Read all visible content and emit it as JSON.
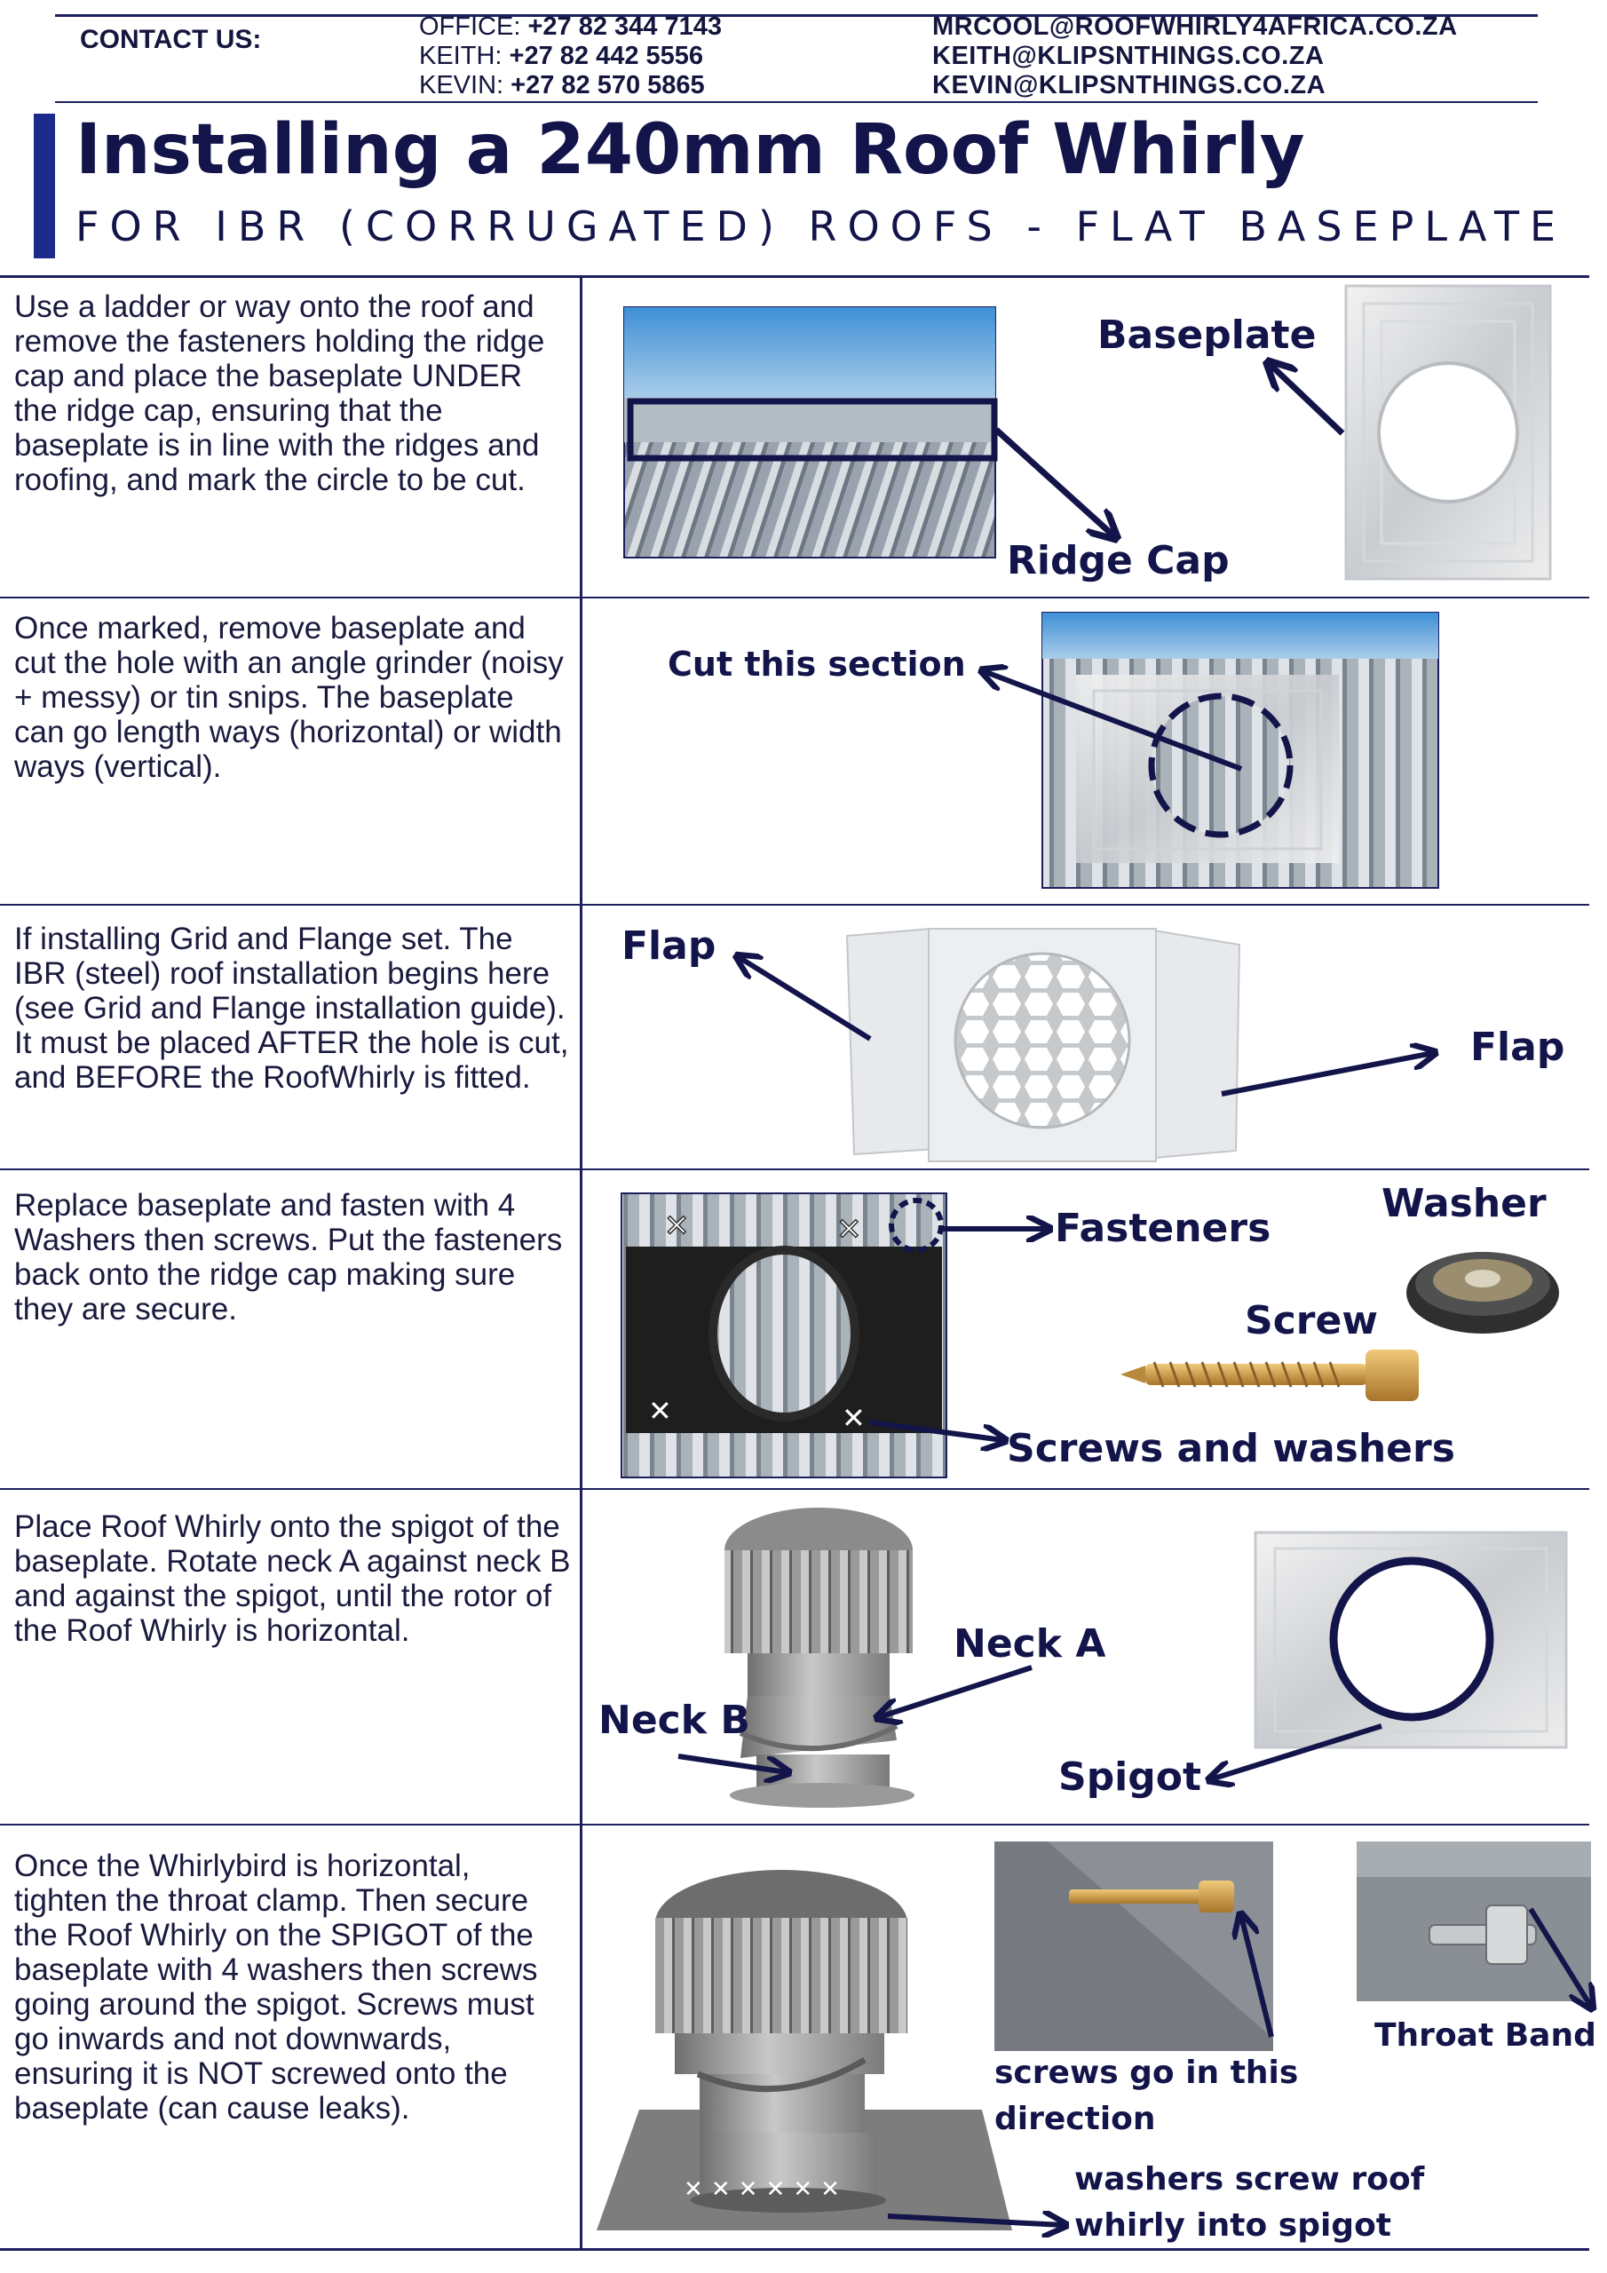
{
  "header": {
    "contact_label": "CONTACT US:",
    "phones": [
      {
        "name": "OFFICE:",
        "number": "+27 82 344 7143"
      },
      {
        "name": "KEITH:",
        "number": "+27 82 442 5556"
      },
      {
        "name": "KEVIN:",
        "number": "+27 82 570 5865"
      }
    ],
    "emails": [
      "MRCOOL@ROOFWHIRLY4AFRICA.CO.ZA",
      "KEITH@KLIPSNTHINGS.CO.ZA",
      "KEVIN@KLIPSNTHINGS.CO.ZA"
    ],
    "title": "Installing a 240mm Roof Whirly",
    "subtitle": "FOR IBR (CORRUGATED) ROOFS - FLAT BASEPLATE"
  },
  "steps": [
    {
      "text": "Use a ladder or way onto the roof and remove the fasteners holding the ridge cap and place the baseplate UNDER the ridge cap, ensuring that the baseplate is in line with the ridges and roofing, and mark the circle to be cut.",
      "labels": {
        "ridge_cap": "Ridge Cap",
        "baseplate": "Baseplate"
      }
    },
    {
      "text": "Once marked, remove baseplate and cut the hole with an angle grinder (noisy + messy) or tin snips. The baseplate can go length ways (horizontal) or width ways (vertical).",
      "labels": {
        "cut": "Cut this section"
      }
    },
    {
      "text": "If installing Grid and Flange set. The IBR (steel) roof installation begins here (see Grid and Flange installation guide). It must be placed AFTER the hole is cut, and BEFORE the RoofWhirly is fitted.",
      "labels": {
        "flap_left": "Flap",
        "flap_right": "Flap"
      }
    },
    {
      "text": "Replace baseplate and fasten with 4 Washers then screws. Put the fasteners back onto the ridge cap making sure they are secure.",
      "labels": {
        "fasteners": "Fasteners",
        "washer": "Washer",
        "screw": "Screw",
        "screws_washers": "Screws and washers"
      }
    },
    {
      "text": "Place Roof Whirly onto the spigot of the baseplate. Rotate neck A against neck B and against the spigot, until the rotor of the Roof Whirly is horizontal.",
      "labels": {
        "neck_a": "Neck A",
        "neck_b": "Neck B",
        "spigot": "Spigot"
      }
    },
    {
      "text": "Once the Whirlybird is horizontal, tighten the throat clamp. Then secure the Roof Whirly on the SPIGOT of the baseplate with 4 washers then screws going around the spigot. Screws must go inwards and not downwards, ensuring it is NOT screwed onto the baseplate (can cause leaks).",
      "labels": {
        "throat_band": "Throat Band",
        "screws_dir_1": "screws go in this",
        "screws_dir_2": "direction",
        "washers_1": "washers screw roof",
        "washers_2": "whirly into spigot"
      }
    }
  ],
  "colors": {
    "navy": "#13154a",
    "accent": "#1c2a8c",
    "sky": "#5a9fd8"
  }
}
